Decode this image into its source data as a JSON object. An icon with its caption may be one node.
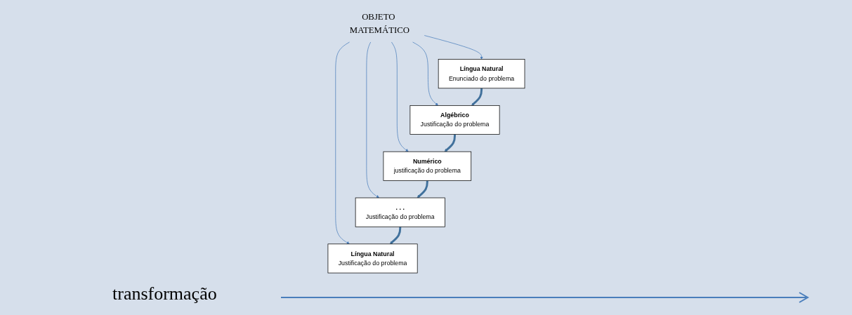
{
  "diagram": {
    "nodes": [
      {
        "text": [
          "OBJETO MATEMÁTICO"
        ]
      },
      {
        "text": [
          "Língua Natural",
          "Enunciado do problema"
        ]
      },
      {
        "text": [
          "Algébrico",
          "Justificação do problema"
        ]
      },
      {
        "text": [
          "Numérico",
          "justificação do problema"
        ]
      },
      {
        "text": [
          ". . .",
          "Justificação do problema"
        ]
      },
      {
        "text": [
          "Língua Natural",
          "Justificação do problema"
        ]
      }
    ],
    "edges": [
      {
        "from": 0,
        "to": 1,
        "arrow": "to"
      },
      {
        "from": 0,
        "to": 2,
        "arrow": "to"
      },
      {
        "from": 0,
        "to": 3,
        "arrow": "to"
      },
      {
        "from": 0,
        "to": 4,
        "arrow": "to"
      },
      {
        "from": 0,
        "to": 5,
        "arrow": "to"
      },
      {
        "from": 1,
        "to": 2,
        "arrow": "to",
        "style": "thick"
      },
      {
        "from": 2,
        "to": 3,
        "arrow": "to",
        "style": "thick"
      },
      {
        "from": 3,
        "to": 4,
        "arrow": "to",
        "style": "thick"
      },
      {
        "from": 4,
        "to": 5,
        "arrow": "to",
        "style": "thick"
      }
    ],
    "labels": [
      "transformação"
    ]
  }
}
